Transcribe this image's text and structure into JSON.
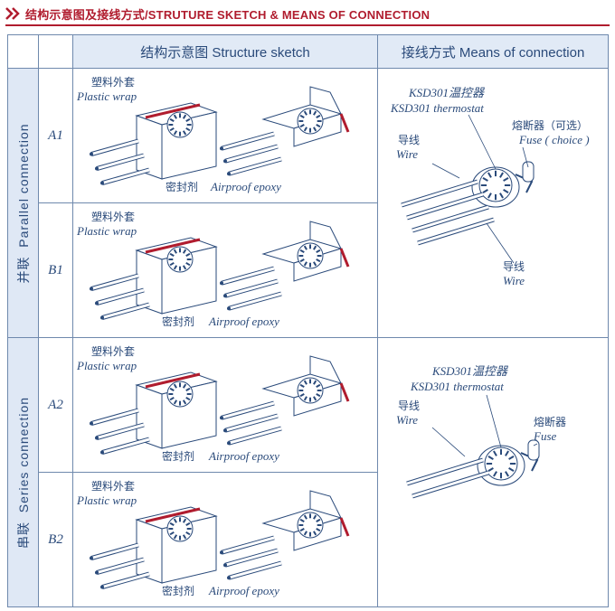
{
  "header": {
    "title": "结构示意图及接线方式/STRUTURE SKETCH & MEANS OF CONNECTION"
  },
  "table": {
    "col_structure": "结构示意图 Structure sketch",
    "col_connection": "接线方式 Means of connection"
  },
  "groups": [
    {
      "label_cn": "并联",
      "label_en": "Parallel connection"
    },
    {
      "label_cn": "串联",
      "label_en": "Series connection"
    }
  ],
  "rows": [
    {
      "id": "A1",
      "plastic_cn": "塑料外套",
      "plastic_en": "Plastic wrap",
      "epoxy_cn": "密封剂",
      "epoxy_en": "Airproof epoxy"
    },
    {
      "id": "B1",
      "plastic_cn": "塑料外套",
      "plastic_en": "Plastic wrap",
      "epoxy_cn": "密封剂",
      "epoxy_en": "Airproof epoxy"
    },
    {
      "id": "A2",
      "plastic_cn": "塑料外套",
      "plastic_en": "Plastic wrap",
      "epoxy_cn": "密封剂",
      "epoxy_en": "Airproof epoxy"
    },
    {
      "id": "B2",
      "plastic_cn": "塑料外套",
      "plastic_en": "Plastic wrap",
      "epoxy_cn": "密封剂",
      "epoxy_en": "Airproof epoxy"
    }
  ],
  "parallel_wiring": {
    "thermostat_cn": "KSD301温控器",
    "thermostat_en": "KSD301 thermostat",
    "fuse_cn": "熔断器（可选）",
    "fuse_en": "Fuse ( choice )",
    "wire_cn": "导线",
    "wire_en": "Wire",
    "wire2_cn": "导线",
    "wire2_en": "Wire"
  },
  "series_wiring": {
    "thermostat_cn": "KSD301温控器",
    "thermostat_en": "KSD301 thermostat",
    "fuse_cn": "熔断器",
    "fuse_en": "Fuse",
    "wire_cn": "导线",
    "wire_en": "Wire"
  },
  "colors": {
    "accent": "#b01c2e",
    "line": "#2a4a7a",
    "header_bg": "#e1eaf6",
    "grid": "#6f89ad"
  }
}
